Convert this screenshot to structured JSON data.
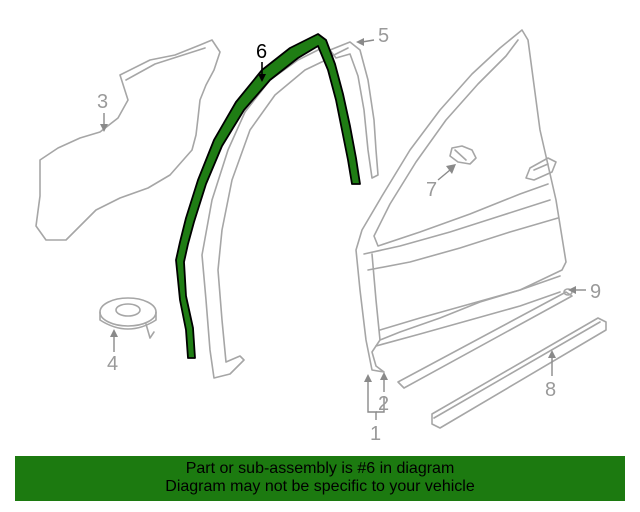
{
  "callouts": {
    "c1": "1",
    "c2": "2",
    "c3": "3",
    "c4": "4",
    "c5": "5",
    "c6": "6",
    "c7": "7",
    "c8": "8",
    "c9": "9"
  },
  "highlighted_part": "6",
  "colors": {
    "highlight_fill": "#1f7d14",
    "highlight_stroke": "#000000",
    "part_outline": "#a6a6a6",
    "banner_bg": "#1c7a10",
    "banner_text": "#000000"
  },
  "banner": {
    "line1": "Part or sub-assembly is #6 in diagram",
    "line2": "Diagram may not be specific to your vehicle"
  }
}
